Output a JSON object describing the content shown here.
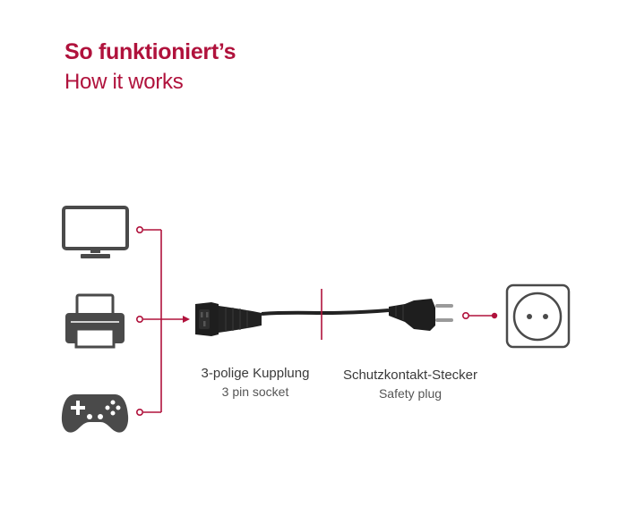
{
  "header": {
    "title": "So funktioniert’s",
    "subtitle": "How it works"
  },
  "labels": {
    "socket": {
      "main": "3-polige Kupplung",
      "sub": "3 pin socket"
    },
    "plug": {
      "main": "Schutzkontakt-Stecker",
      "sub": "Safety plug"
    }
  },
  "devices": [
    "monitor-icon",
    "printer-icon",
    "gamepad-icon"
  ],
  "colors": {
    "accent": "#b0123c",
    "icon": "#4a4a4a",
    "cable": "#222222"
  }
}
